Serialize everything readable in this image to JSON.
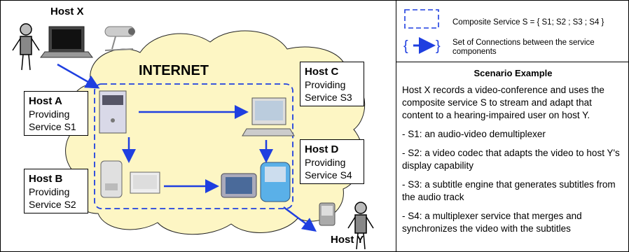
{
  "diagram": {
    "internet_label": "INTERNET",
    "hosts": {
      "x": {
        "name": "Host X"
      },
      "y": {
        "name": "Host Y"
      },
      "a": {
        "name": "Host A",
        "line1": "Providing",
        "line2": "Service S1"
      },
      "b": {
        "name": "Host B",
        "line1": "Providing",
        "line2": "Service S2"
      },
      "c": {
        "name": "Host C",
        "line1": "Providing",
        "line2": "Service S3"
      },
      "d": {
        "name": "Host D",
        "line1": "Providing",
        "line2": "Service S4"
      }
    },
    "colors": {
      "connection": "#1f3fe0",
      "cloud": "#fdf6c4",
      "boundary": "#1f3fe0"
    }
  },
  "legend": {
    "composite": "Composite Service S = { S1; S2 ; S3 ; S4 }",
    "connections": "Set of Connections between the service components"
  },
  "scenario": {
    "title": "Scenario Example",
    "intro": "Host X records a video-conference and uses the composite service S to stream and adapt that content to a hearing-impaired user on host Y.",
    "items": [
      "- S1:   an audio-video demultiplexer",
      "- S2:   a video codec that adapts the video to host Y's display capability",
      "- S3:   a subtitle engine that generates subtitles from the audio track",
      "- S4:   a multiplexer service that merges and synchronizes the video with the subtitles"
    ]
  }
}
